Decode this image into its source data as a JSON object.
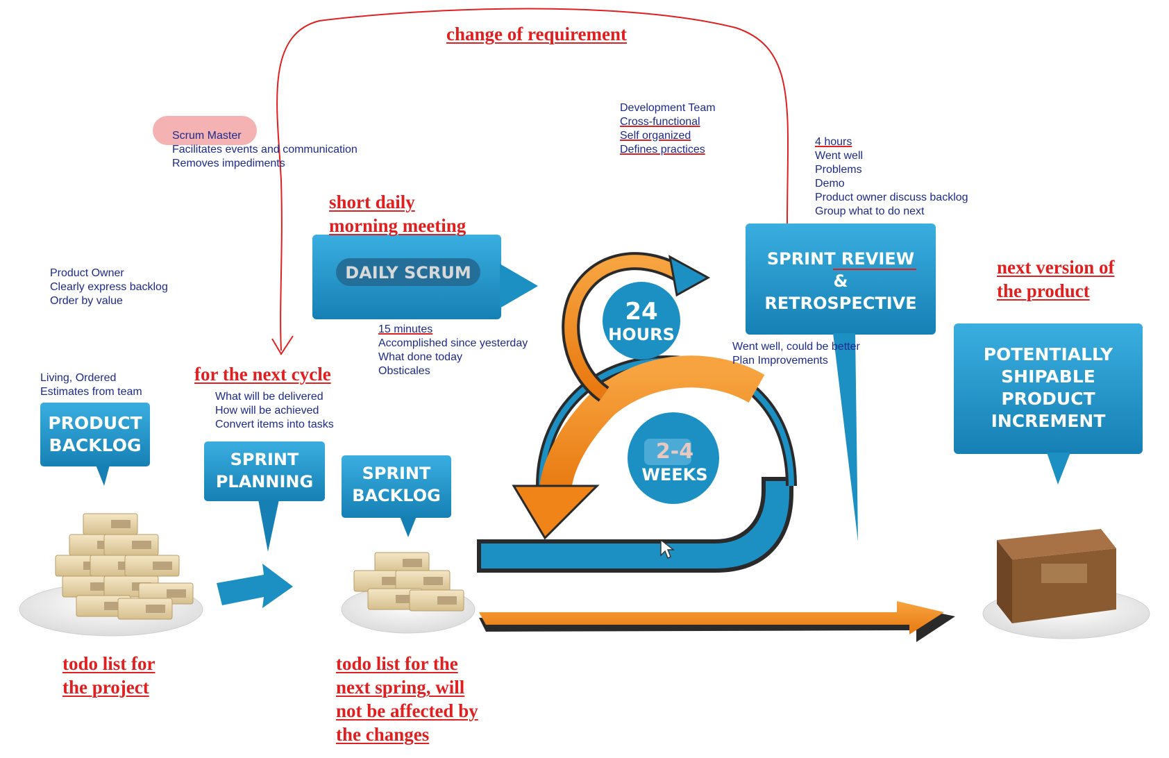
{
  "annotations": {
    "change_of_requirement": "change of requirement",
    "short_daily_line1": "short daily",
    "short_daily_line2": "morning meeting",
    "for_next_cycle": "for the next cycle",
    "next_version_line1": "next version of",
    "next_version_line2": "the product",
    "todo_project_line1": "todo list for",
    "todo_project_line2": "the project",
    "todo_sprint_line1": "todo list for the",
    "todo_sprint_line2": "next spring, will",
    "todo_sprint_line3": "not be affected by",
    "todo_sprint_line4": "the changes"
  },
  "notes": {
    "scrum_master": [
      "Scrum Master",
      "Facilitates events and communication",
      "Removes impediments"
    ],
    "dev_team": [
      "Development Team",
      "Cross-functional",
      "Self organized",
      "Defines practices"
    ],
    "review": [
      "4 hours",
      "Went well",
      "Problems",
      "Demo",
      "Product owner discuss backlog",
      "Group what to do next"
    ],
    "product_owner": [
      "Product Owner",
      "Clearly express backlog",
      "Order by value"
    ],
    "daily": [
      "15 minutes",
      "Accomplished since yesterday",
      "What done today",
      "Obsticales"
    ],
    "backlog": [
      "Living, Ordered",
      "Estimates from team"
    ],
    "planning": [
      "What will be delivered",
      "How will be achieved",
      "Convert items into tasks"
    ],
    "retro": [
      "Went well, could be better",
      "Plan Improvements"
    ]
  },
  "boxes": {
    "product_backlog": [
      "PRODUCT",
      "BACKLOG"
    ],
    "sprint_planning": [
      "SPRINT",
      "PLANNING"
    ],
    "sprint_backlog": [
      "SPRINT",
      "BACKLOG"
    ],
    "daily_scrum": "DAILY SCRUM",
    "sprint_review": [
      "SPRINT REVIEW",
      "&",
      "RETROSPECTIVE"
    ],
    "increment": [
      "POTENTIALLY",
      "SHIPABLE",
      "PRODUCT",
      "INCREMENT"
    ]
  },
  "cycle": {
    "daily_value": "24",
    "daily_unit": "HOURS",
    "sprint_value": "2-4",
    "sprint_unit": "WEEKS"
  },
  "colors": {
    "annotation_red": "#e02020",
    "note_blue": "#1d2a8c",
    "box_blue": "#1c8fc3",
    "arrow_orange": "#f28a1e",
    "arrow_dark": "#333333",
    "box_brown": "#8a5a30"
  }
}
